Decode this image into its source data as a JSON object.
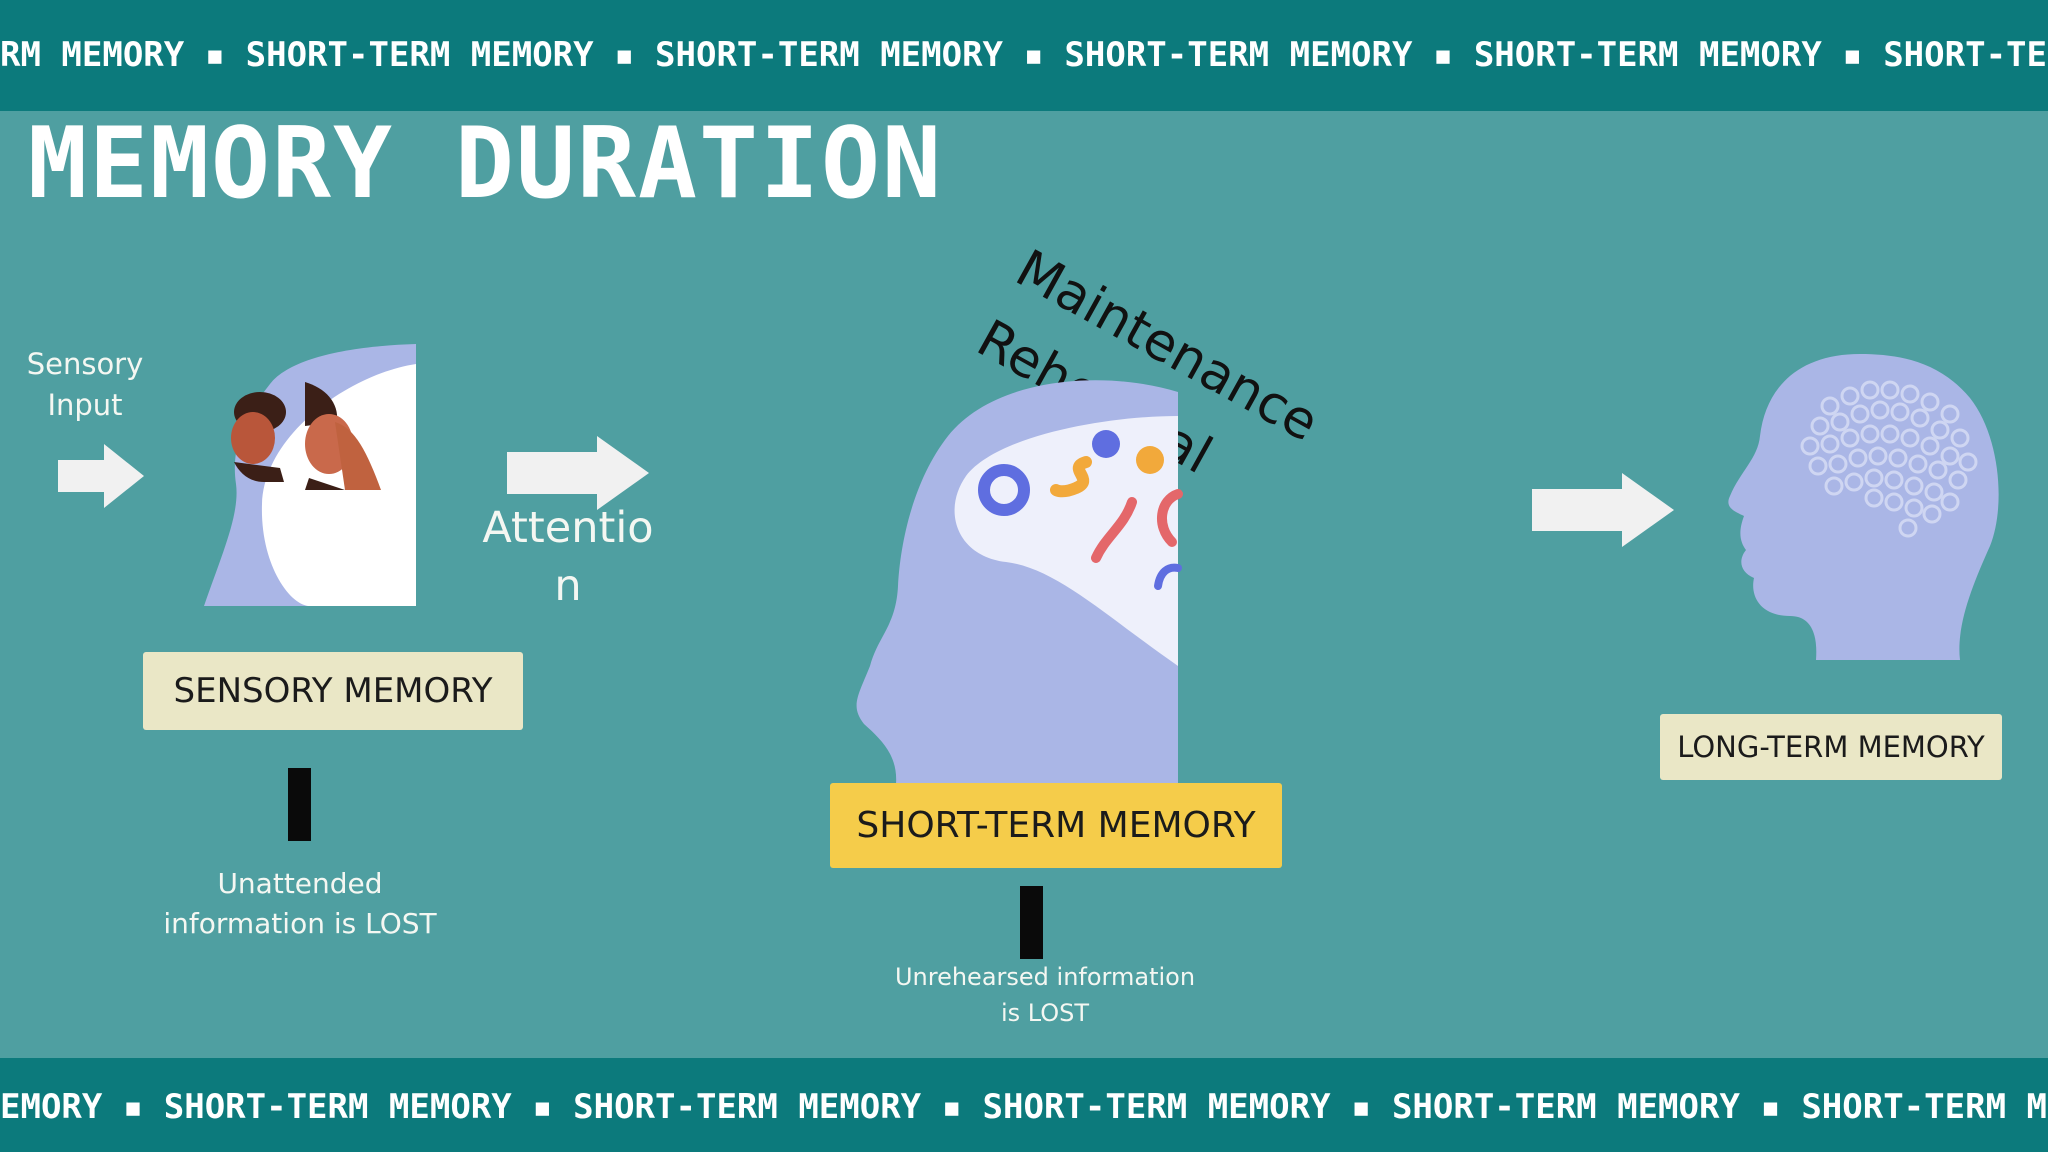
{
  "ticker": {
    "top_text": "RM MEMORY ▪ SHORT-TERM MEMORY ▪ SHORT-TERM MEMORY ▪ SHORT-TERM MEMORY ▪ SHORT-TERM MEMORY ▪ SHORT-TERM MEMORY",
    "bottom_text": "EMORY ▪ SHORT-TERM MEMORY ▪ SHORT-TERM MEMORY ▪ SHORT-TERM MEMORY ▪ SHORT-TERM MEMORY ▪ SHORT-TERM MEMORY ▪ SH"
  },
  "title": "MEMORY DURATION",
  "rehearsal": {
    "line1": "Maintenance",
    "line2": "Rehearsal"
  },
  "sensory_input": {
    "line1": "Sensory",
    "line2": "Input"
  },
  "attention": {
    "line1": "Attentio",
    "line2": "n"
  },
  "boxes": {
    "sensory": "SENSORY MEMORY",
    "short_term": "SHORT-TERM MEMORY",
    "long_term": "LONG-TERM MEMORY"
  },
  "lost": {
    "sensory_line1": "Unattended",
    "sensory_line2": "information is LOST",
    "short_line1": "Unrehearsed information",
    "short_line2": "is LOST"
  },
  "colors": {
    "background": "#4f9fa1",
    "band": "#0c7a7c",
    "head": "#aab6e6",
    "box_light": "#eae7c6",
    "box_yellow": "#f5cc4a",
    "arrow": "#f1f1f1"
  }
}
